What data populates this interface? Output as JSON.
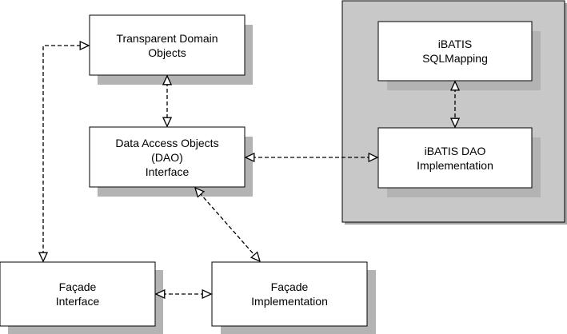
{
  "colors": {
    "box_fill": "#ffffff",
    "box_stroke": "#000000",
    "shadow": "#b3b3b3",
    "container_fill": "#c8c8c8",
    "container_shadow": "#a6a6a6",
    "connector": "#000000"
  },
  "nodes": {
    "transparent_domain_objects": {
      "line1": "Transparent Domain",
      "line2": "Objects"
    },
    "dao_interface": {
      "line1": "Data Access Objects",
      "line2": "(DAO)",
      "line3": "Interface"
    },
    "ibatis_sqlmapping": {
      "line1": "iBATIS",
      "line2": "SQLMapping"
    },
    "ibatis_dao_implementation": {
      "line1": "iBATIS DAO",
      "line2": "Implementation"
    },
    "facade_interface": {
      "line1": "Façade",
      "line2": "Interface"
    },
    "facade_implementation": {
      "line1": "Façade",
      "line2": "Implementation"
    }
  },
  "connectors": [
    {
      "from": "facade_interface",
      "to": "transparent_domain_objects",
      "style": "dashed",
      "arrows": "both"
    },
    {
      "from": "transparent_domain_objects",
      "to": "dao_interface",
      "style": "dashed",
      "arrows": "both"
    },
    {
      "from": "dao_interface",
      "to": "ibatis_dao_implementation",
      "style": "dashed",
      "arrows": "both"
    },
    {
      "from": "ibatis_sqlmapping",
      "to": "ibatis_dao_implementation",
      "style": "dashed",
      "arrows": "both"
    },
    {
      "from": "dao_interface",
      "to": "facade_implementation",
      "style": "dashed",
      "arrows": "both"
    },
    {
      "from": "facade_interface",
      "to": "facade_implementation",
      "style": "dashed",
      "arrows": "both"
    }
  ]
}
